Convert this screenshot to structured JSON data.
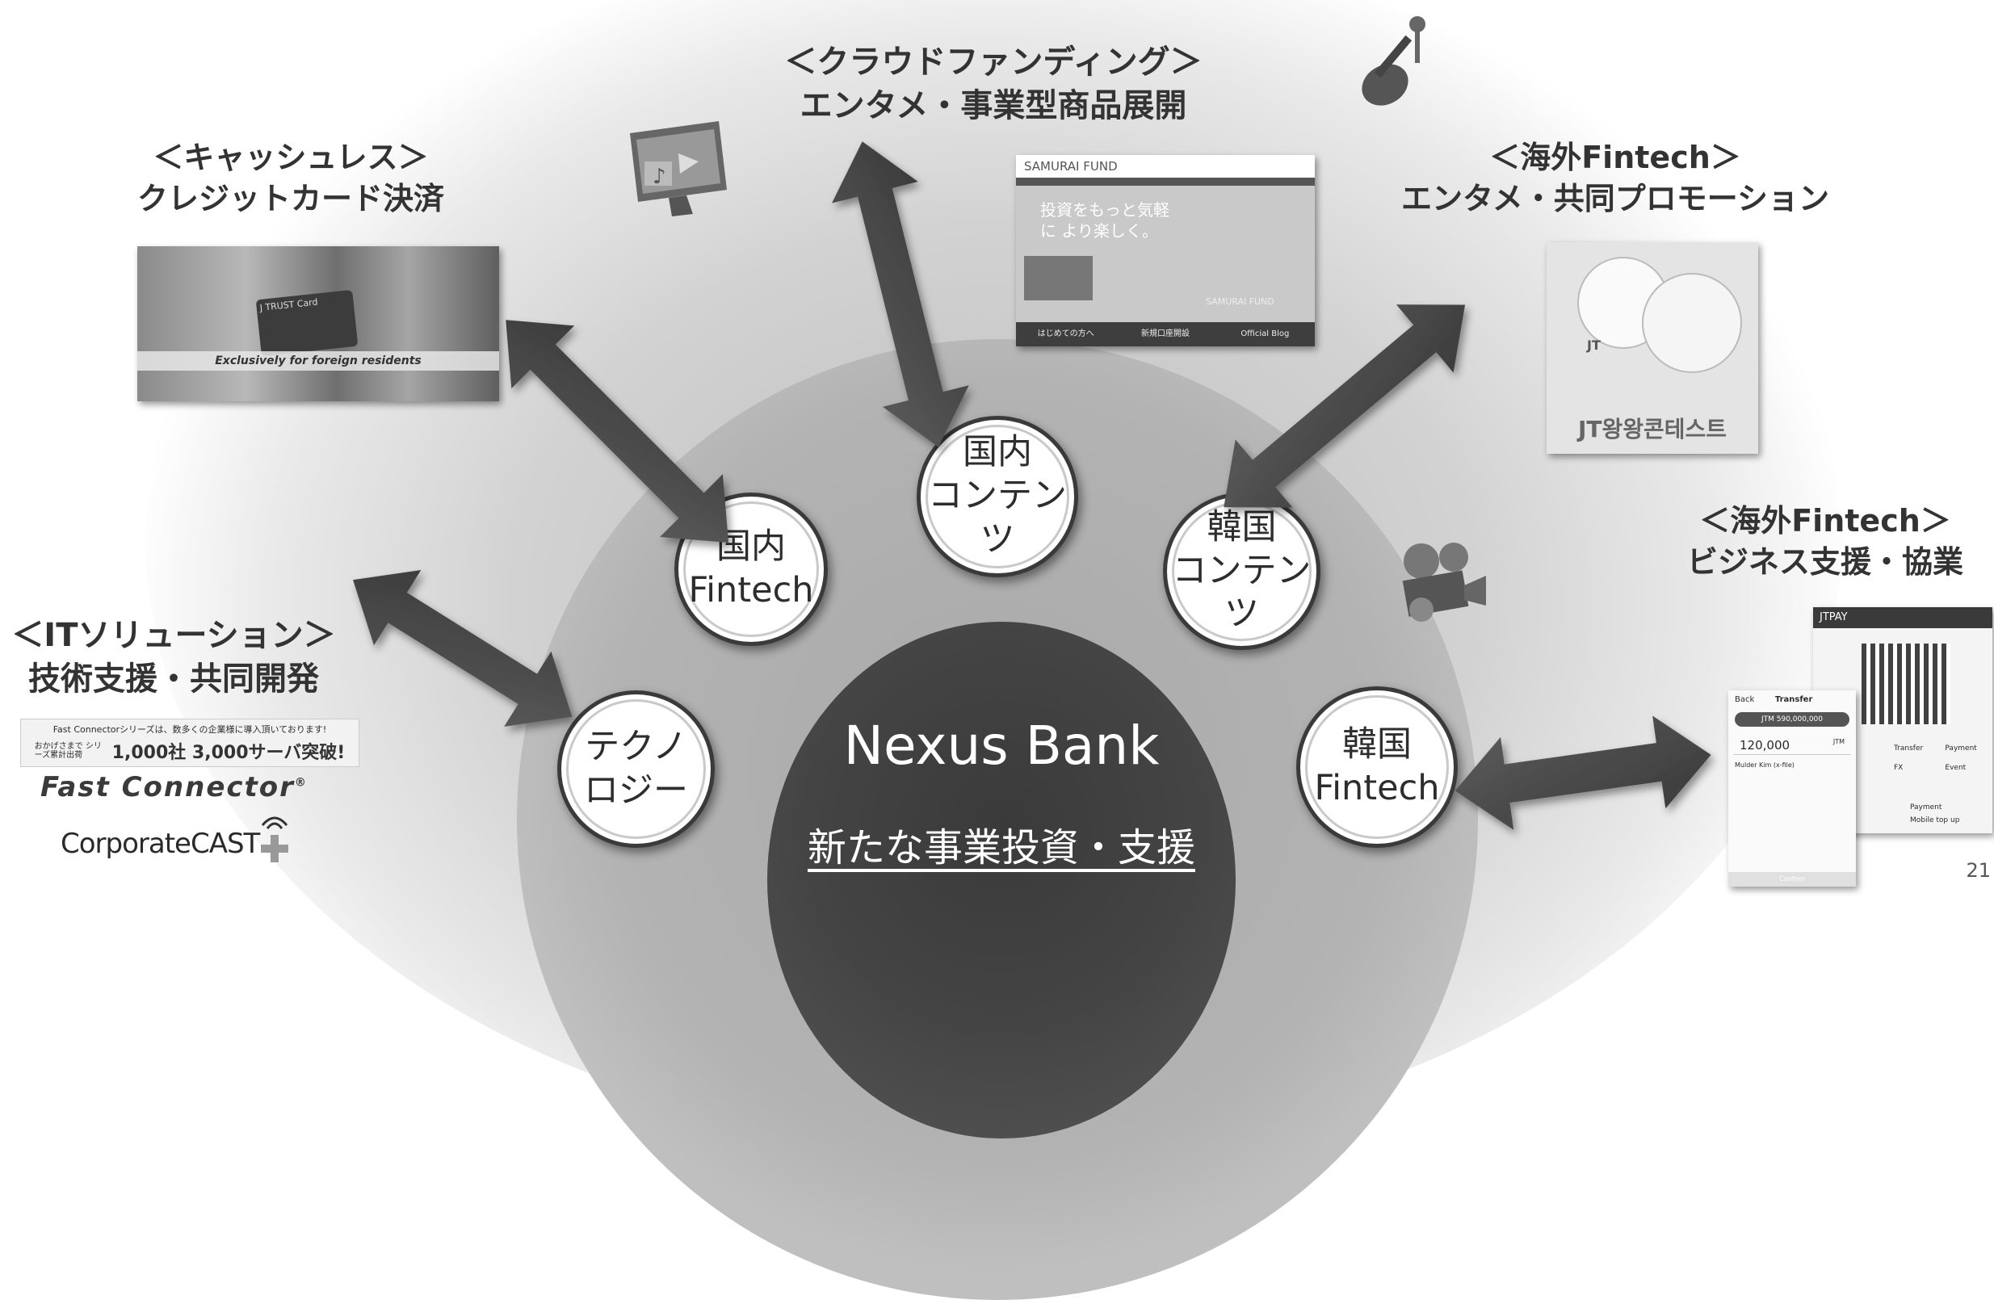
{
  "center": {
    "title": "Nexus Bank",
    "subtitle": "新たな事業投資・支援"
  },
  "nodes": {
    "domestic_fintech": "国内\nFintech",
    "domestic_contents": "国内\nコンテンツ",
    "korea_contents": "韓国\nコンテンツ",
    "technology": "テクノ\nロジー",
    "korea_fintech": "韓国\nFintech"
  },
  "headings": {
    "cashless": {
      "line1": "＜キャッシュレス＞",
      "line2": "クレジットカード決済"
    },
    "crowdfunding": {
      "line1": "＜クラウドファンディング＞",
      "line2": "エンタメ・事業型商品展開"
    },
    "overseas_promo": {
      "line1": "＜海外Fintech＞",
      "line2": "エンタメ・共同プロモーション"
    },
    "overseas_biz": {
      "line1": "＜海外Fintech＞",
      "line2": "ビジネス支援・協業"
    },
    "it_solution": {
      "line1": "＜ITソリューション＞",
      "line2": "技術支援・共同開発"
    }
  },
  "images": {
    "card_banner": "Exclusively for foreign residents",
    "card_name": "J TRUST Card",
    "samurai_logo": "SAMURAI FUND",
    "samurai_hero": "投資をもっと気軽に より楽しく。",
    "samurai_nav": [
      "はじめての方へ",
      "新規口座開設",
      "Official Blog"
    ],
    "samurai_side_label": "SAMURAI FUND",
    "jt_contest": "JT왕왕콘테스트",
    "jt_badge": "JT",
    "fast_connector_line1": "Fast Connectorシリーズは、数多くの企業様に導入頂いております!",
    "fast_connector_line2": "おかげさまで シリーズ累計出荷",
    "fast_connector_stat": "1,000社 3,000サーバ突破!",
    "fast_connector_logo": "Fast Connector",
    "fast_connector_reg": "®",
    "corporate_cast": "CorporateCAST",
    "jtpay_title": "JTPAY",
    "jtpay_transfer_title": "Transfer",
    "jtpay_back": "Back",
    "jtpay_balance": "JTM 590,000,000",
    "jtpay_amount": "120,000",
    "jtpay_currency": "JTM",
    "jtpay_recipient": "Mulder Kim (x-file)",
    "jtpay_confirm": "Confirm",
    "jtpay_menu": [
      "Transfer",
      "Payment",
      "FX",
      "Event"
    ],
    "jtpay_list": [
      "Payment",
      "Mobile top up"
    ]
  },
  "page_number": "21"
}
